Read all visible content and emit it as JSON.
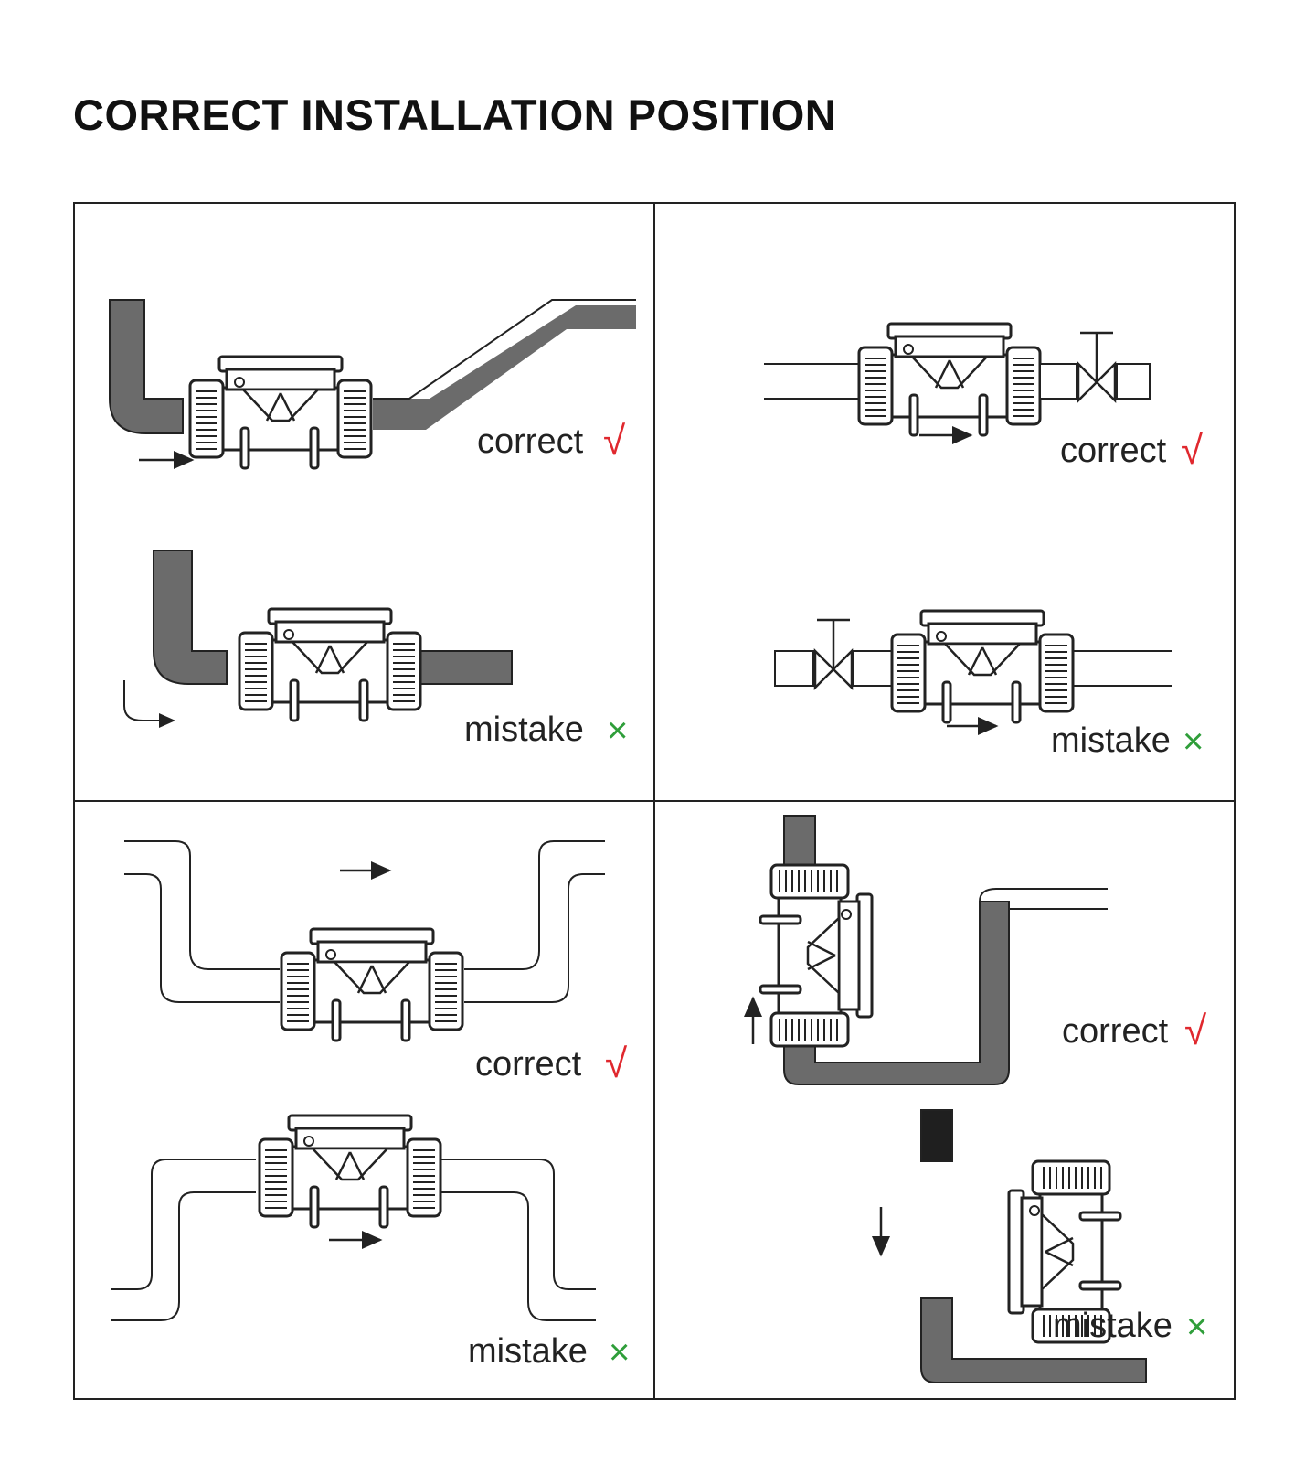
{
  "title": "CORRECT INSTALLATION POSITION",
  "colors": {
    "pipe": "#6b6b6b",
    "line": "#222222",
    "correct_mark": "#e0282e",
    "mistake_mark": "#2f9e3a"
  },
  "icons": [
    "flow-meter-icon",
    "valve-icon",
    "arrow-icon",
    "check-mark-icon",
    "cross-mark-icon"
  ],
  "panels": [
    {
      "top": {
        "text": "correct",
        "mark": "√"
      },
      "bottom": {
        "text": "mistake",
        "mark": "×"
      }
    },
    {
      "top": {
        "text": "correct",
        "mark": "√"
      },
      "bottom": {
        "text": "mistake",
        "mark": "×"
      }
    },
    {
      "top": {
        "text": "correct",
        "mark": "√"
      },
      "bottom": {
        "text": "mistake",
        "mark": "×"
      }
    },
    {
      "top": {
        "text": "correct",
        "mark": "√"
      },
      "bottom": {
        "text": "mistake",
        "mark": "×"
      }
    }
  ]
}
